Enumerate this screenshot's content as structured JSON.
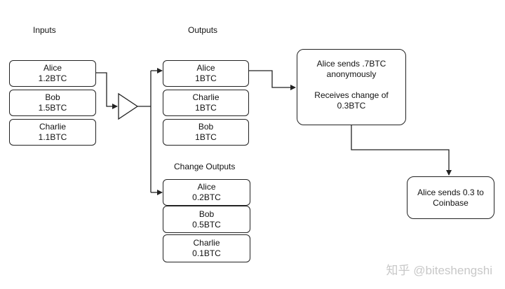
{
  "headings": {
    "inputs": "Inputs",
    "outputs": "Outputs",
    "change_outputs": "Change Outputs"
  },
  "inputs": [
    {
      "name": "Alice",
      "amount": "1.2BTC"
    },
    {
      "name": "Bob",
      "amount": "1.5BTC"
    },
    {
      "name": "Charlie",
      "amount": "1.1BTC"
    }
  ],
  "outputs": [
    {
      "name": "Alice",
      "amount": "1BTC"
    },
    {
      "name": "Charlie",
      "amount": "1BTC"
    },
    {
      "name": "Bob",
      "amount": "1BTC"
    }
  ],
  "change_outputs": [
    {
      "name": "Alice",
      "amount": "0.2BTC"
    },
    {
      "name": "Bob",
      "amount": "0.5BTC"
    },
    {
      "name": "Charlie",
      "amount": "0.1BTC"
    }
  ],
  "note_alice_sends": {
    "line1": "Alice sends .7BTC",
    "line2": "anonymously",
    "line3": "Receives change of",
    "line4": "0.3BTC"
  },
  "note_coinbase": {
    "line1": "Alice sends 0.3 to",
    "line2": "Coinbase"
  },
  "watermark": "知乎 @biteshengshi",
  "colors": {
    "stroke": "#222222",
    "watermark": "#c8c8c8"
  }
}
